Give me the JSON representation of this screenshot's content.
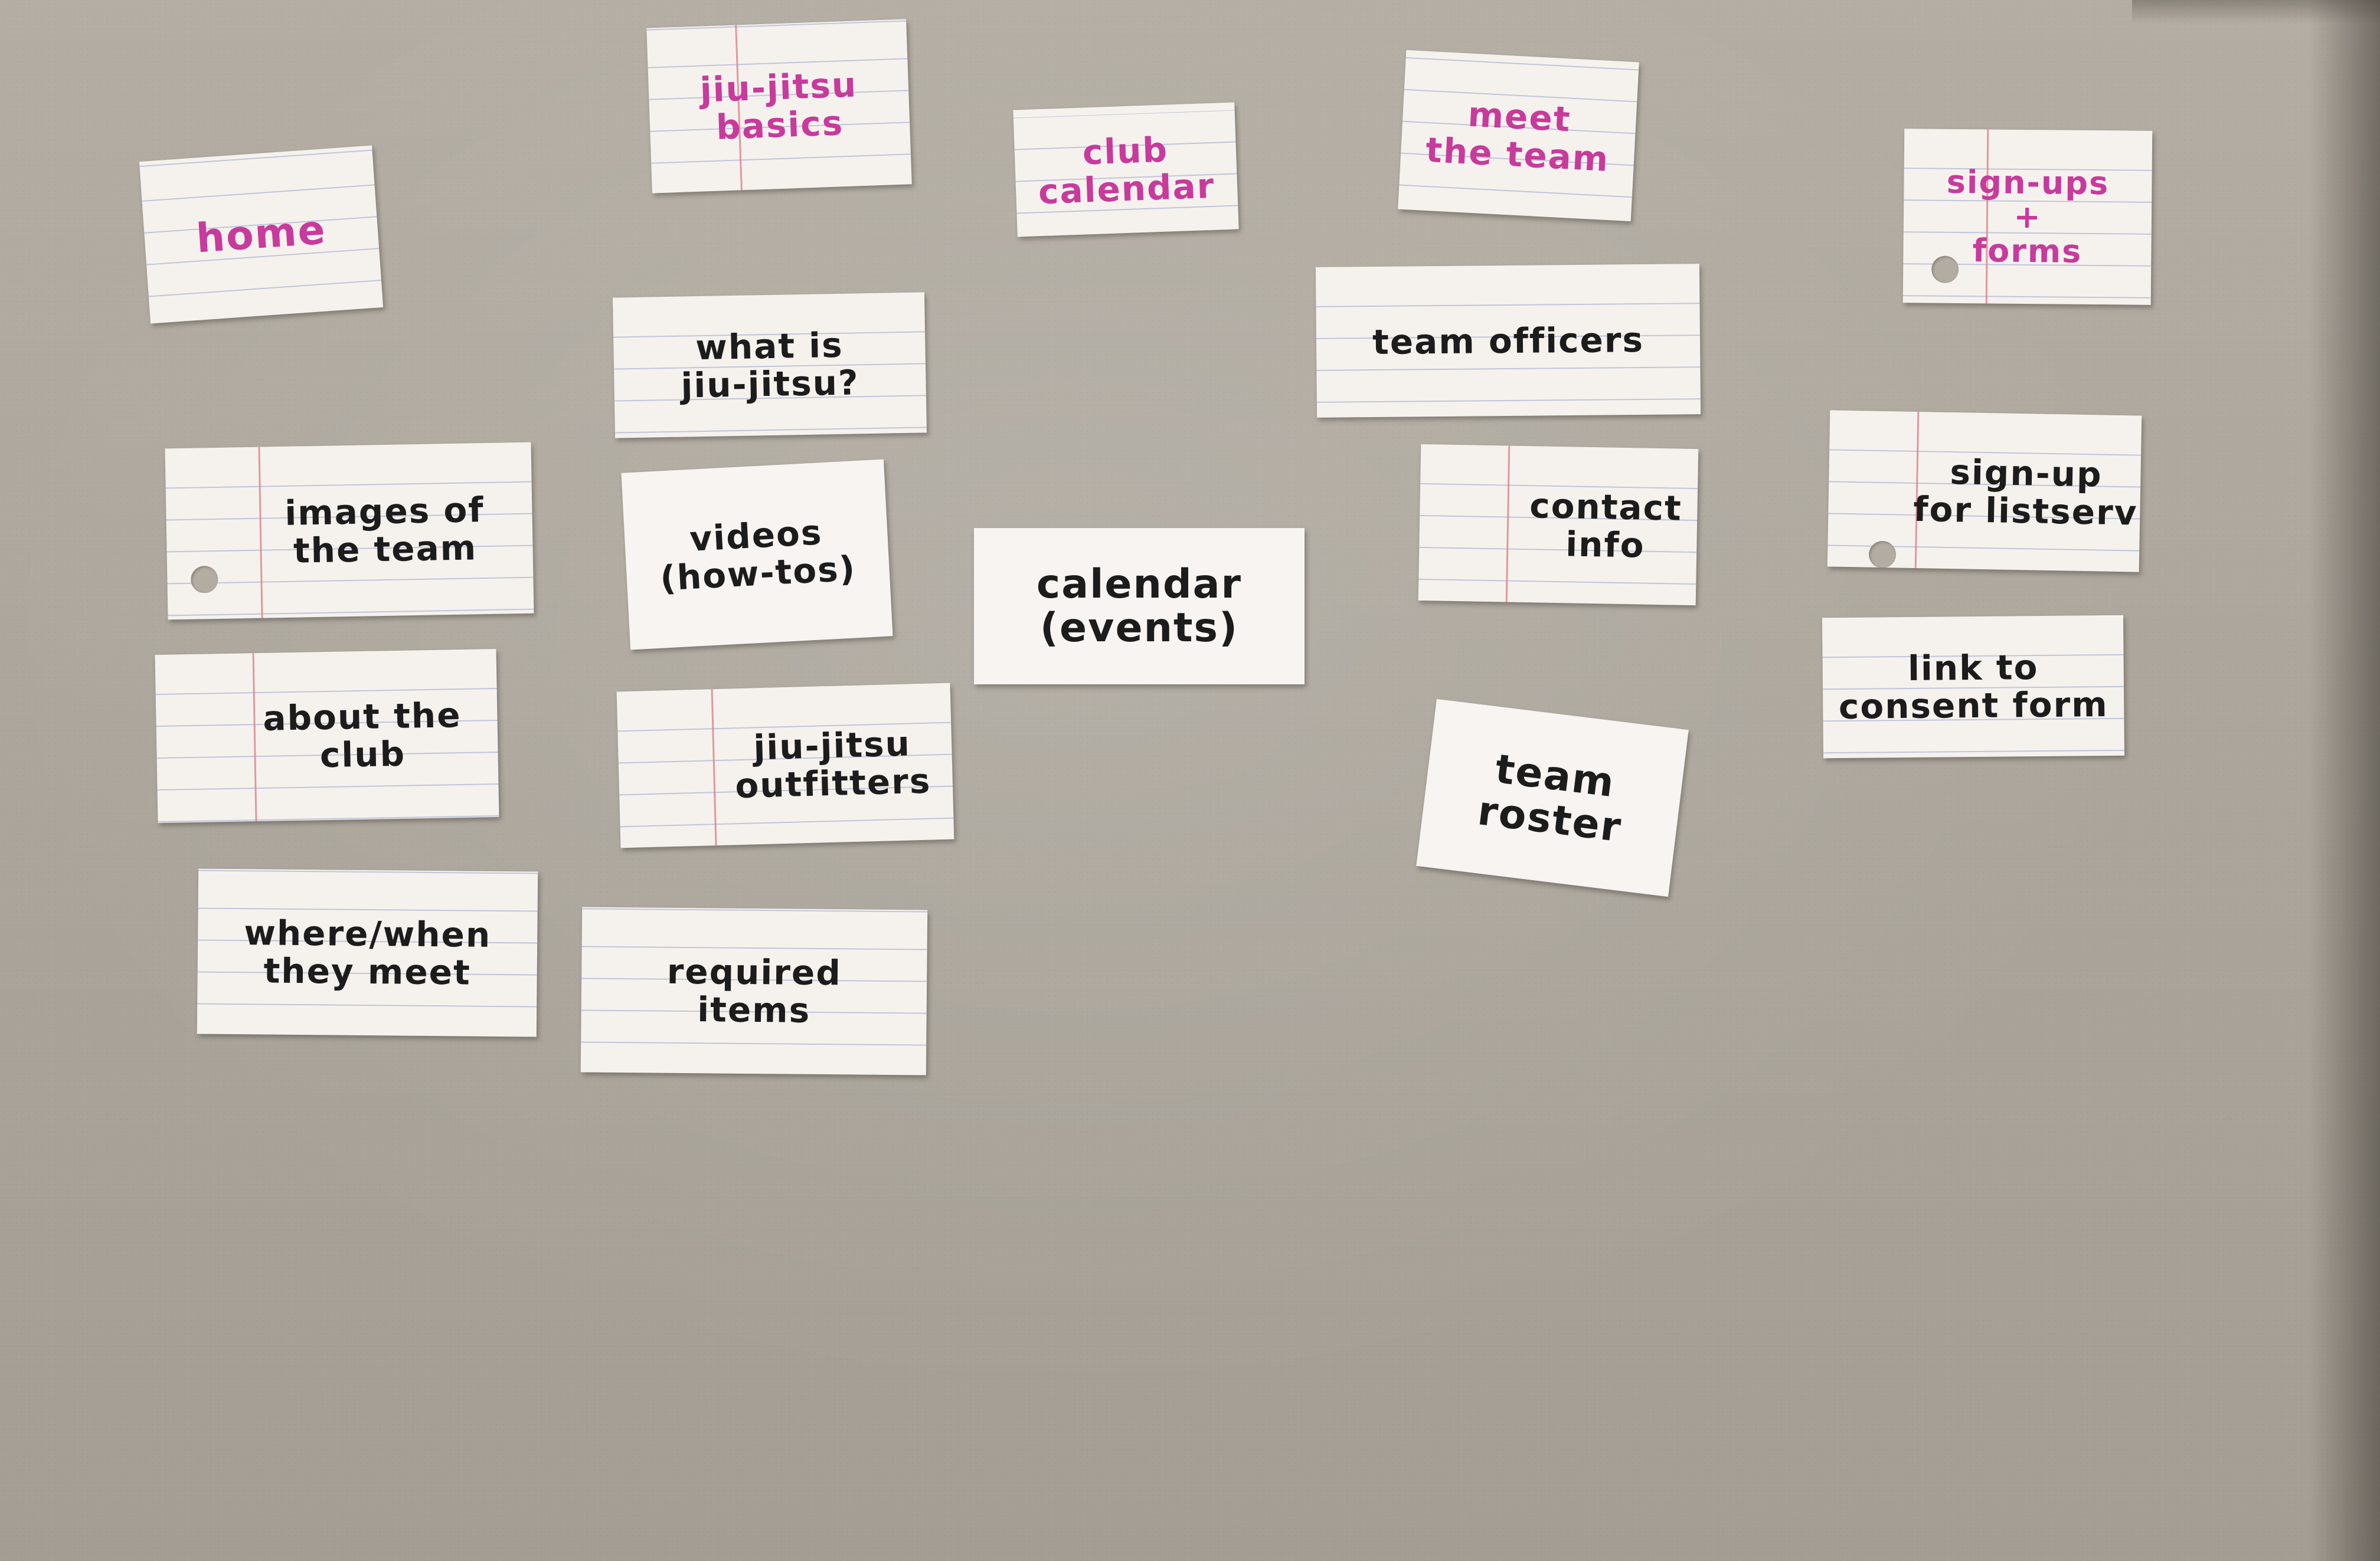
{
  "colors": {
    "category_ink": "#c83a9c",
    "item_ink": "#1c1c1c",
    "card_paper": "#f5f2ee",
    "board": "#aca69c",
    "rule_line": "#96a0c8",
    "margin_line": "#dc7882"
  },
  "columns": [
    {
      "category": "home",
      "items": [
        "images of\nthe team",
        "about the\nclub",
        "where/when\nthey meet"
      ]
    },
    {
      "category": "jiu-jitsu\nbasics",
      "items": [
        "what is\njiu-jitsu?",
        "videos\n(how-tos)",
        "jiu-jitsu\noutfitters",
        "required\nitems"
      ]
    },
    {
      "category": "club\ncalendar",
      "items": [
        "calendar\n(events)"
      ]
    },
    {
      "category": "meet\nthe team",
      "items": [
        "team officers",
        "contact\ninfo",
        "team\nroster"
      ]
    },
    {
      "category": "sign-ups\n+\nforms",
      "items": [
        "sign-up\nfor listserv",
        "link to\nconsent form"
      ]
    }
  ]
}
